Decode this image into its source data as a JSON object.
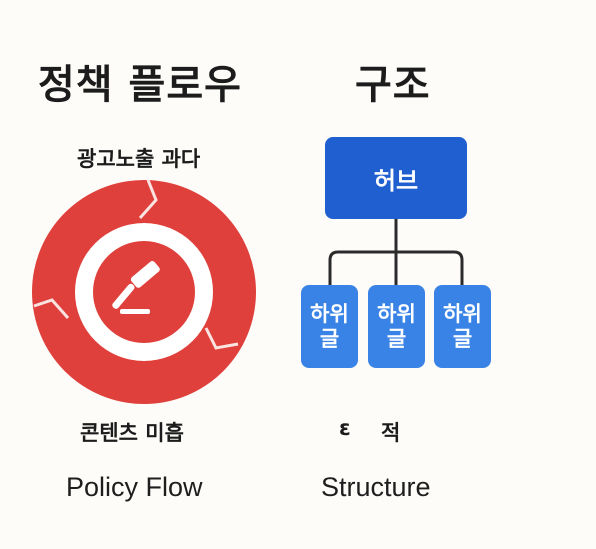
{
  "left": {
    "heading": "정책 플로우",
    "top_label": "광고노출 과다",
    "bottom_label": "콘텐츠 미흡",
    "english_label": "Policy Flow",
    "center_icon": "gavel-icon",
    "ring_color": "#e0403b"
  },
  "right": {
    "heading": "구조",
    "hub_label": "허브",
    "children": [
      {
        "line1": "하위",
        "line2": "글"
      },
      {
        "line1": "하위",
        "line2": "글"
      },
      {
        "line1": "하위",
        "line2": "글"
      }
    ],
    "bottom_label_glyph": "ɛ",
    "bottom_label_word": "적",
    "english_label": "Structure",
    "hub_color": "#1f5fd0",
    "child_color": "#3a83e6"
  }
}
